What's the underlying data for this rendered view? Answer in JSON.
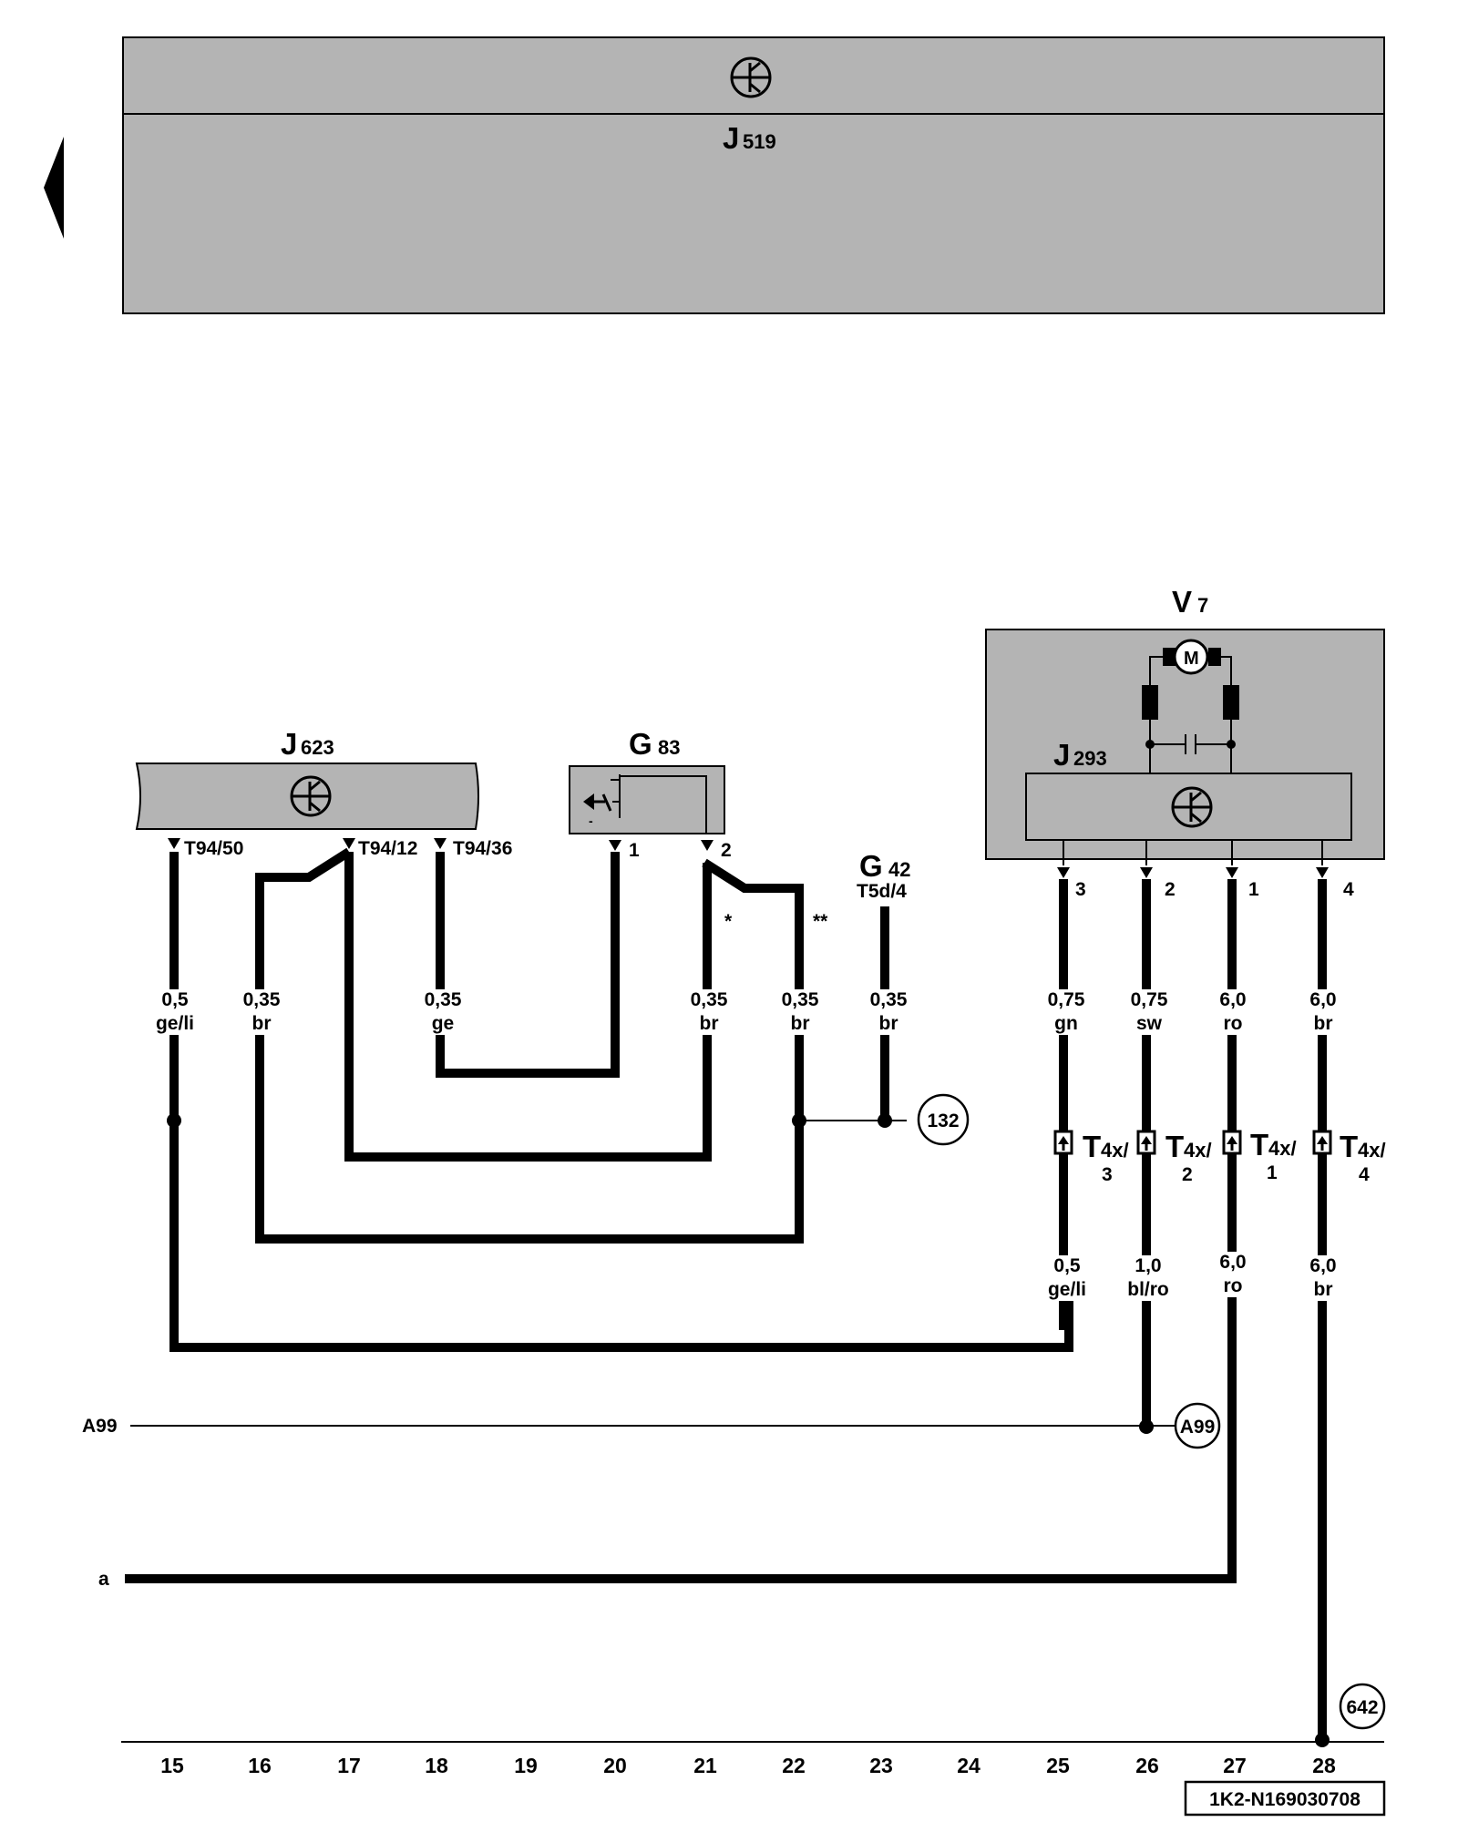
{
  "page": {
    "nav": {
      "back_icon": "left-triangle-icon"
    }
  },
  "components": {
    "j519": {
      "letter": "J",
      "index": "519",
      "icon": "control-unit-icon"
    },
    "j623": {
      "letter": "J",
      "index": "623",
      "icon": "control-unit-icon",
      "pins": [
        "T94/50",
        "T94/12",
        "T94/36"
      ]
    },
    "g83": {
      "letter": "G",
      "index": "83",
      "icon": "temperature-switch-icon",
      "pins": [
        "1",
        "2"
      ]
    },
    "g42": {
      "letter": "G",
      "index": "42",
      "connector": "T5d/4"
    },
    "v7": {
      "letter": "V",
      "index": "7",
      "motor_label": "M",
      "sub_letter": "J",
      "sub_index": "293",
      "icon": "control-unit-icon",
      "pins": [
        "3",
        "2",
        "1",
        "4"
      ]
    }
  },
  "markers": {
    "star1": "*",
    "star2": "**"
  },
  "wires_upper": [
    {
      "size": "0,5",
      "color": "ge/li"
    },
    {
      "size": "0,35",
      "color": "br"
    },
    {
      "size": "0,35",
      "color": "ge"
    },
    {
      "size": "0,35",
      "color": "br"
    },
    {
      "size": "0,35",
      "color": "br"
    },
    {
      "size": "0,35",
      "color": "br"
    },
    {
      "size": "0,75",
      "color": "gn"
    },
    {
      "size": "0,75",
      "color": "sw"
    },
    {
      "size": "6,0",
      "color": "ro"
    },
    {
      "size": "6,0",
      "color": "br"
    }
  ],
  "connectors_t4x": [
    {
      "name": "T",
      "sub": "4x/",
      "pin": "3"
    },
    {
      "name": "T",
      "sub": "4x/",
      "pin": "2"
    },
    {
      "name": "T",
      "sub": "4x/",
      "pin": "1"
    },
    {
      "name": "T",
      "sub": "4x/",
      "pin": "4"
    }
  ],
  "wires_lower": [
    {
      "size": "0,5",
      "color": "ge/li"
    },
    {
      "size": "1,0",
      "color": "bl/ro"
    },
    {
      "size": "6,0",
      "color": "ro"
    },
    {
      "size": "6,0",
      "color": "br"
    }
  ],
  "references": {
    "r132": "132",
    "a99_circle": "A99",
    "r642": "642"
  },
  "left_labels": {
    "a99": "A99",
    "a": "a"
  },
  "scale": [
    "15",
    "16",
    "17",
    "18",
    "19",
    "20",
    "21",
    "22",
    "23",
    "24",
    "25",
    "26",
    "27",
    "28"
  ],
  "doc_id": "1K2-N169030708"
}
